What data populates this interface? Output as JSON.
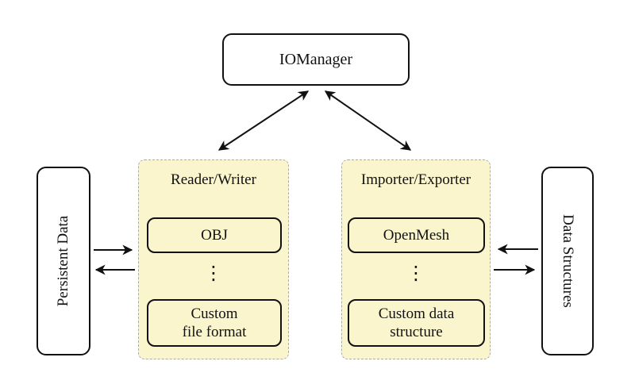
{
  "nodes": {
    "io_manager": {
      "label": "IOManager"
    },
    "persistent_data": {
      "label": "Persistent Data"
    },
    "data_structures": {
      "label": "Data Structures"
    }
  },
  "reader_writer": {
    "label": "Reader/Writer",
    "top_item": "OBJ",
    "ellipsis": "⋮",
    "bottom_item": "Custom\nfile format"
  },
  "importer_exporter": {
    "label": "Importer/Exporter",
    "top_item": "OpenMesh",
    "ellipsis": "⋮",
    "bottom_item": "Custom data\nstructure"
  },
  "colors": {
    "group_fill": "#faf5cd",
    "group_border": "#ababab",
    "node_border": "#111111",
    "background": "#ffffff"
  }
}
